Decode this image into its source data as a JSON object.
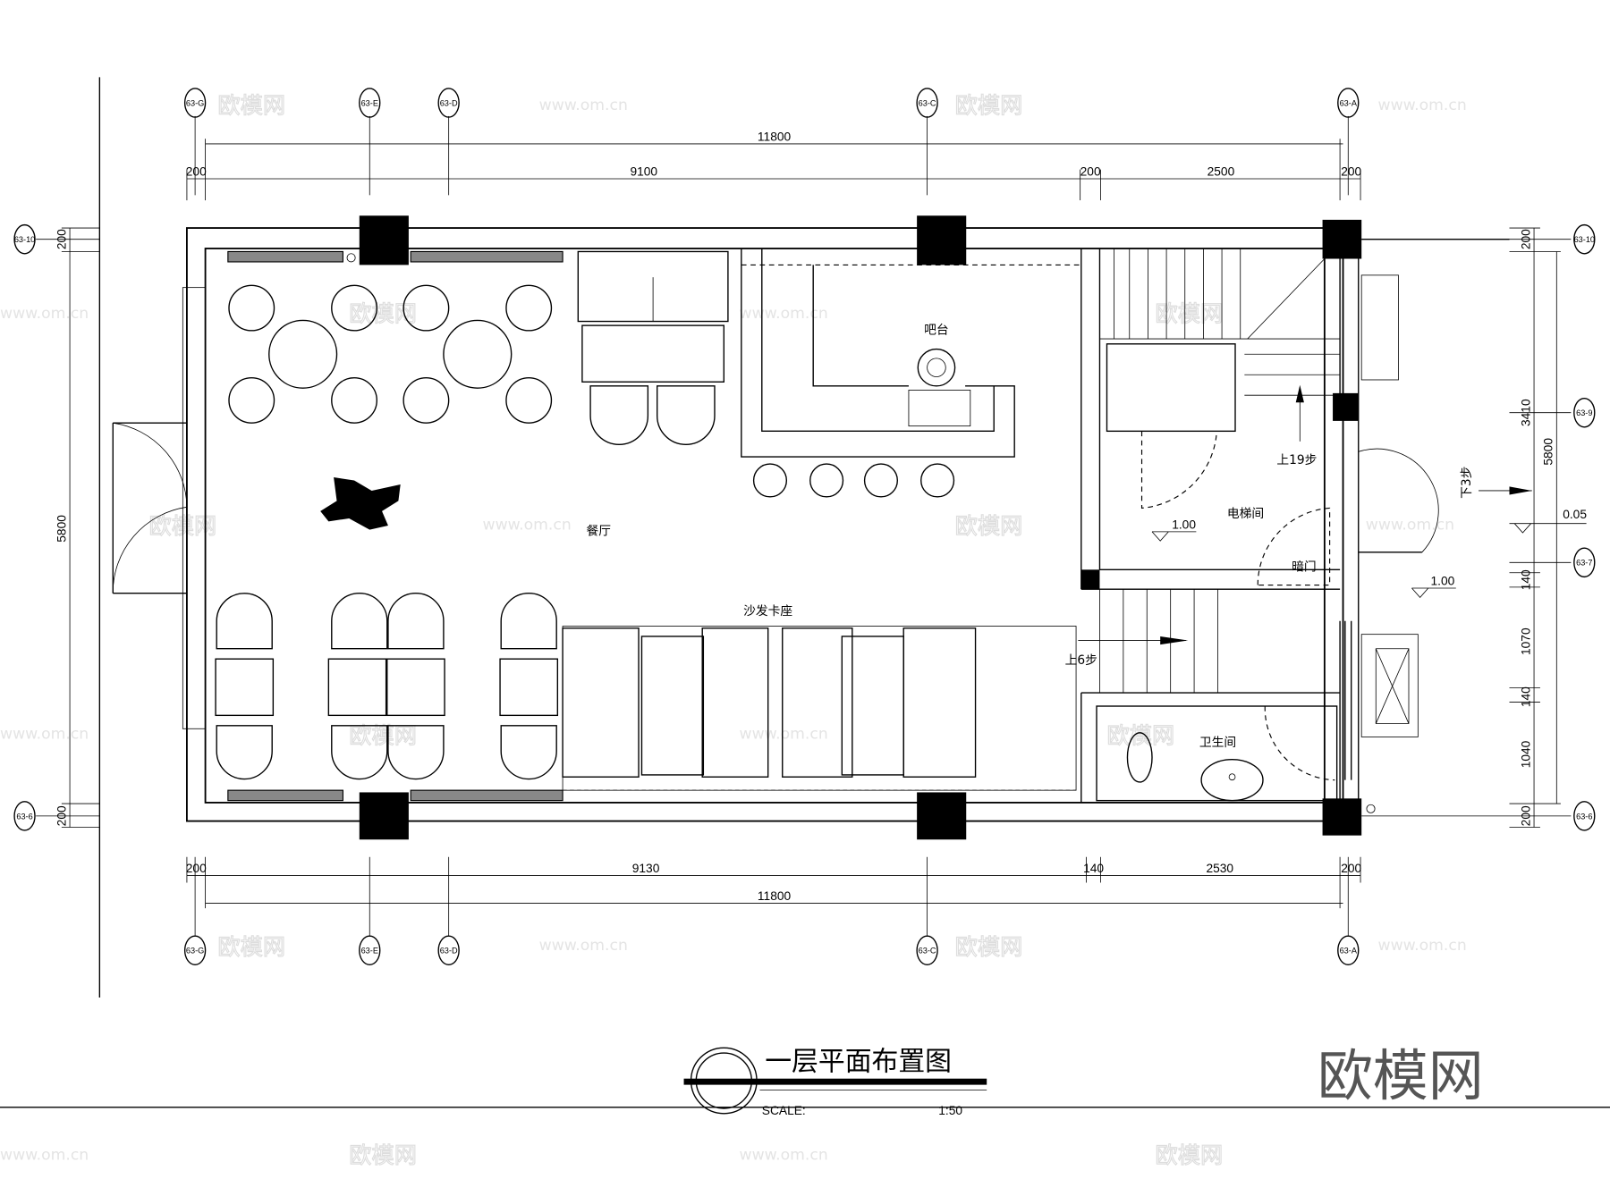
{
  "drawing": {
    "title": "一层平面布置图",
    "scale_label": "SCALE:",
    "scale_value": "1:50",
    "logo": "欧模网"
  },
  "watermarks": {
    "brand": "欧模网",
    "url": "www.om.cn"
  },
  "axes": {
    "top": [
      "63-G",
      "63-E",
      "63-D",
      "63-C",
      "63-A"
    ],
    "left": [
      "63-10",
      "63-6"
    ],
    "right": [
      "63-10",
      "63-9",
      "63-7",
      "63-6"
    ]
  },
  "dimensions": {
    "top_total": "11800",
    "top_segments": [
      "200",
      "9100",
      "200",
      "2500",
      "200"
    ],
    "bottom_total": "11800",
    "bottom_segments": [
      "200",
      "9130",
      "140",
      "2530",
      "200"
    ],
    "left_total": "5800",
    "left_segments": [
      "200",
      "200"
    ],
    "right_total": "5800",
    "right_segments": [
      "200",
      "3410",
      "140",
      "1070",
      "140",
      "1040",
      "200"
    ]
  },
  "rooms": {
    "bar": "吧台",
    "dining": "餐厅",
    "booth": "沙发卡座",
    "elevator": "电梯间",
    "toilet": "卫生间",
    "hidden_door": "暗门"
  },
  "annotations": {
    "up19": "上19步",
    "up6": "上6步",
    "down3": "下3步",
    "level_elevator": "1.00",
    "level_outside": "1.00",
    "level_step": "0.05"
  }
}
